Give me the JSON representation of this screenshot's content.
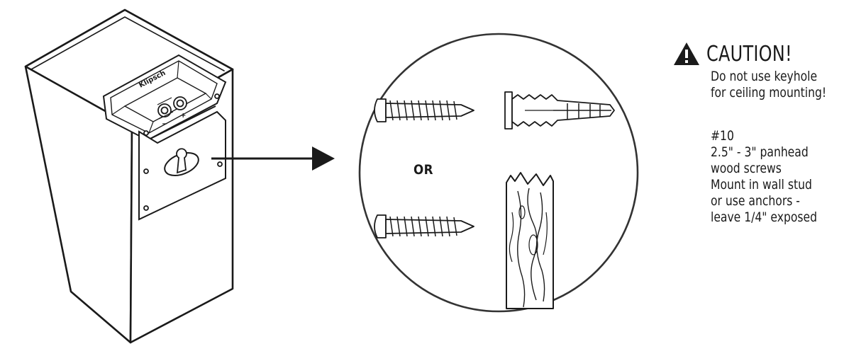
{
  "diagram": {
    "brand_logo_text": "Klipsch",
    "terminal_minus": "−",
    "terminal_plus": "+",
    "or_label": "OR",
    "caution": {
      "icon": "warning-triangle-icon",
      "title": "CAUTION!",
      "lines": [
        "Do not use keyhole",
        "for ceiling mounting!"
      ]
    },
    "screw_spec": {
      "lines": [
        "#10",
        "2.5\" - 3\" panhead",
        "wood screws",
        "Mount in wall stud",
        "or use anchors -",
        "leave 1/4\" exposed"
      ]
    },
    "colors": {
      "line": "#1a1a1a",
      "circle": "#333333",
      "background": "#ffffff"
    }
  }
}
